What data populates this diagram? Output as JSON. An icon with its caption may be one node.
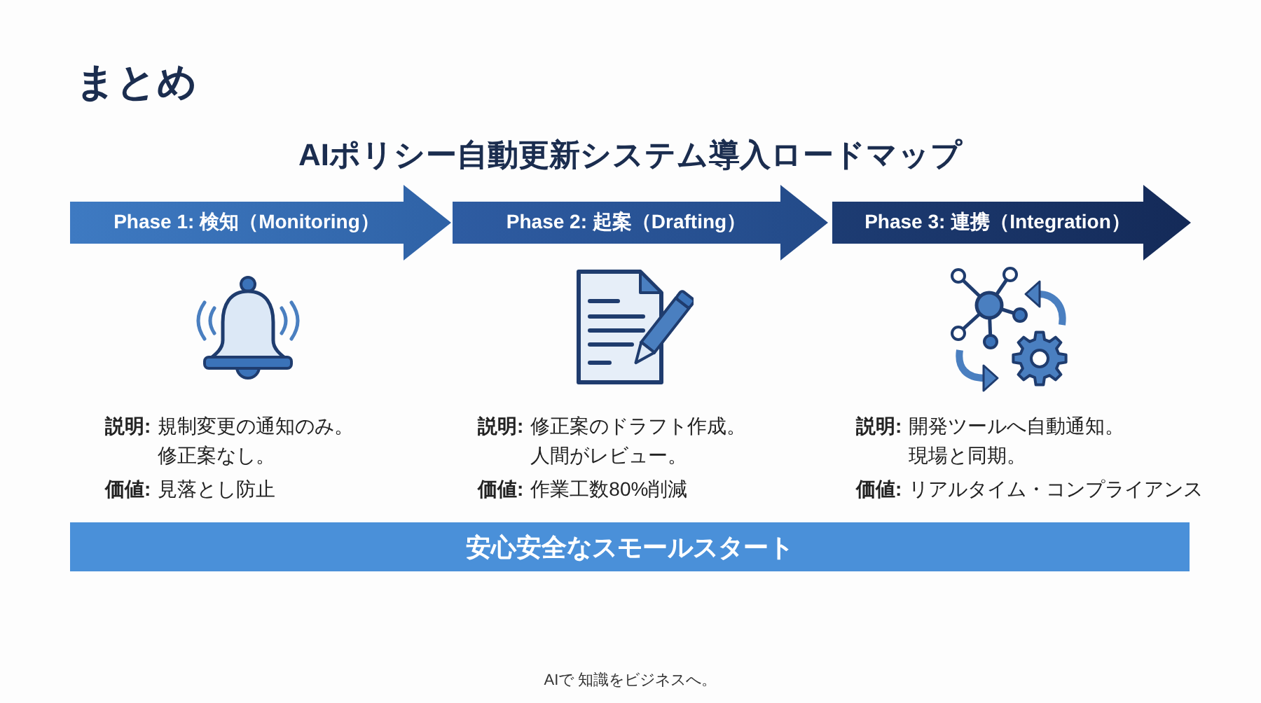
{
  "diagram": {
    "title": "まとめ",
    "nodes": [
      {
        "text": [
          "Phase 1: 検知（Monitoring）"
        ],
        "beside": [
          "説明:",
          "規制変更の通知のみ。修正案なし。",
          "価値:",
          "見落とし防止"
        ]
      },
      {
        "text": [
          "Phase 2: 起案（Drafting）"
        ],
        "beside": [
          "説明:",
          "修正案のドラフト作成。人間がレビュー。",
          "価値:",
          "作業工数80%削減"
        ]
      },
      {
        "text": [
          "Phase 3: 連携（Integration）"
        ],
        "beside": [
          "説明:",
          "開発ツールへ自動通知。現場と同期。",
          "価値:",
          "リアルタイム・コンプライアンス"
        ]
      },
      {
        "text": [
          "安心安全なスモールスタート"
        ]
      }
    ],
    "labels": [
      "AIポリシー自動更新システム導入ロードマップ",
      "AIで 知識をビジネスへ。"
    ]
  }
}
